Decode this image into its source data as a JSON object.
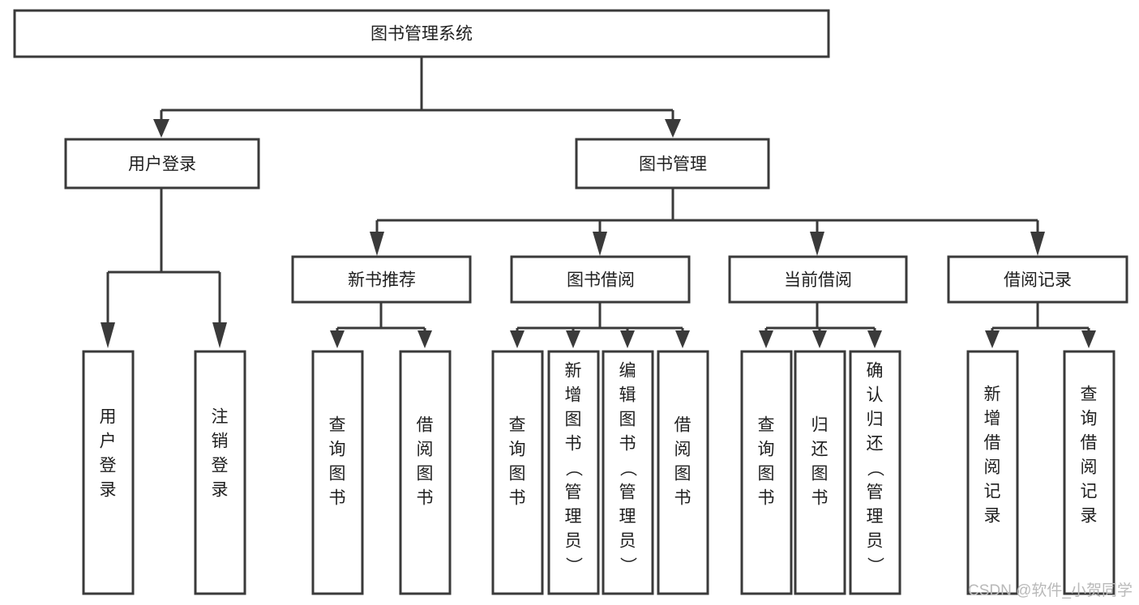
{
  "diagram": {
    "type": "tree-hierarchy-chart",
    "title_node": {
      "id": "root",
      "label": "图书管理系统",
      "orientation": "horizontal"
    },
    "colors": {
      "background": "#ffffff",
      "box_fill": "#ffffff",
      "box_stroke": "#3a3a3a",
      "connector": "#3a3a3a",
      "text": "#1f1f1f",
      "watermark": "#b9b9b9"
    },
    "levels": [
      {
        "level": 1,
        "nodes": [
          {
            "id": "root",
            "label": "图书管理系统",
            "orientation": "horizontal"
          }
        ]
      },
      {
        "level": 2,
        "nodes": [
          {
            "id": "user-login",
            "label": "用户登录",
            "parent": "root",
            "orientation": "horizontal"
          },
          {
            "id": "book-management",
            "label": "图书管理",
            "parent": "root",
            "orientation": "horizontal"
          }
        ]
      },
      {
        "level": 3,
        "nodes": [
          {
            "id": "new-book-recommend",
            "label": "新书推荐",
            "parent": "book-management",
            "orientation": "horizontal"
          },
          {
            "id": "book-borrow",
            "label": "图书借阅",
            "parent": "book-management",
            "orientation": "horizontal"
          },
          {
            "id": "current-borrow",
            "label": "当前借阅",
            "parent": "book-management",
            "orientation": "horizontal"
          },
          {
            "id": "borrow-record",
            "label": "借阅记录",
            "parent": "book-management",
            "orientation": "horizontal"
          }
        ]
      },
      {
        "level": 4,
        "nodes": [
          {
            "id": "leaf-user-login",
            "label": "用户登录",
            "parent": "user-login",
            "orientation": "vertical"
          },
          {
            "id": "leaf-logout",
            "label": "注销登录",
            "parent": "user-login",
            "orientation": "vertical"
          },
          {
            "id": "leaf-query-book-1",
            "label": "查询图书",
            "parent": "new-book-recommend",
            "orientation": "vertical"
          },
          {
            "id": "leaf-borrow-book-1",
            "label": "借阅图书",
            "parent": "new-book-recommend",
            "orientation": "vertical"
          },
          {
            "id": "leaf-query-book-2",
            "label": "查询图书",
            "parent": "book-borrow",
            "orientation": "vertical"
          },
          {
            "id": "leaf-add-book",
            "label": "新增图书（管理员）",
            "parent": "book-borrow",
            "orientation": "vertical"
          },
          {
            "id": "leaf-edit-book",
            "label": "编辑图书（管理员）",
            "parent": "book-borrow",
            "orientation": "vertical"
          },
          {
            "id": "leaf-borrow-book-2",
            "label": "借阅图书",
            "parent": "book-borrow",
            "orientation": "vertical"
          },
          {
            "id": "leaf-query-book-3",
            "label": "查询图书",
            "parent": "current-borrow",
            "orientation": "vertical"
          },
          {
            "id": "leaf-return-book",
            "label": "归还图书",
            "parent": "current-borrow",
            "orientation": "vertical"
          },
          {
            "id": "leaf-confirm-return",
            "label": "确认归还（管理员）",
            "parent": "current-borrow",
            "orientation": "vertical"
          },
          {
            "id": "leaf-add-record",
            "label": "新增借阅记录",
            "parent": "borrow-record",
            "orientation": "vertical"
          },
          {
            "id": "leaf-query-record",
            "label": "查询借阅记录",
            "parent": "borrow-record",
            "orientation": "vertical"
          }
        ]
      }
    ]
  },
  "watermark": {
    "text": "CSDN @软件_小贺同学"
  }
}
